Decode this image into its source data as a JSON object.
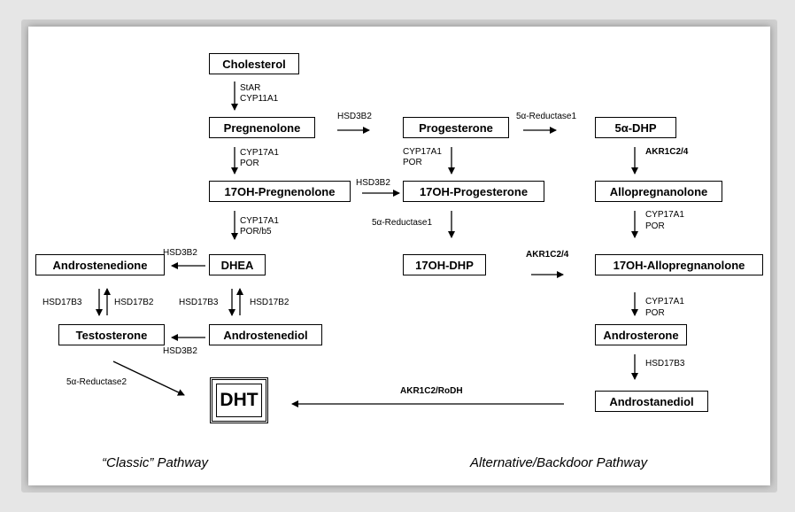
{
  "nodes": {
    "cholesterol": "Cholesterol",
    "pregnenolone": "Pregnenolone",
    "oh17_pregnenolone": "17OH-Pregnenolone",
    "dhea": "DHEA",
    "androstenedione": "Androstenedione",
    "androstenediol": "Androstenediol",
    "testosterone": "Testosterone",
    "dht": "DHT",
    "progesterone": "Progesterone",
    "oh17_progesterone": "17OH-Progesterone",
    "oh17_dhp": "17OH-DHP",
    "dhp5a": "5α-DHP",
    "allopregnanolone": "Allopregnanolone",
    "oh17_allopregnanolone": "17OH-Allopregnanolone",
    "androsterone": "Androsterone",
    "androstanediol": "Androstanediol"
  },
  "labels": {
    "star": "StAR",
    "cyp11a1": "CYP11A1",
    "cyp17a1_a": "CYP17A1",
    "por_a": "POR",
    "cyp17a1_b": "CYP17A1",
    "por_b5": "POR/b5",
    "hsd3b2_preg": "HSD3B2",
    "hsd3b2_17oh": "HSD3B2",
    "hsd3b2_dhea": "HSD3B2",
    "hsd3b2_testo": "HSD3B2",
    "hsd17b3_left": "HSD17B3",
    "hsd17b2_left": "HSD17B2",
    "hsd17b3_mid": "HSD17B3",
    "hsd17b2_mid": "HSD17B2",
    "reductase2": "5α-Reductase2",
    "cyp17a1_prog": "CYP17A1",
    "por_prog": "POR",
    "reductase1_17oh": "5α-Reductase1",
    "reductase1_prog": "5α-Reductase1",
    "akr1c24_top": "AKR1C2/4",
    "akr1c24_mid": "AKR1C2/4",
    "cyp17a1_allo": "CYP17A1",
    "por_allo": "POR",
    "cyp17a1_17allo": "CYP17A1",
    "por_17allo": "POR",
    "hsd17b3_right": "HSD17B3",
    "akr1c2_rodh": "AKR1C2/RoDH"
  },
  "captions": {
    "classic": "“Classic” Pathway",
    "alternative": "Alternative/Backdoor Pathway"
  }
}
